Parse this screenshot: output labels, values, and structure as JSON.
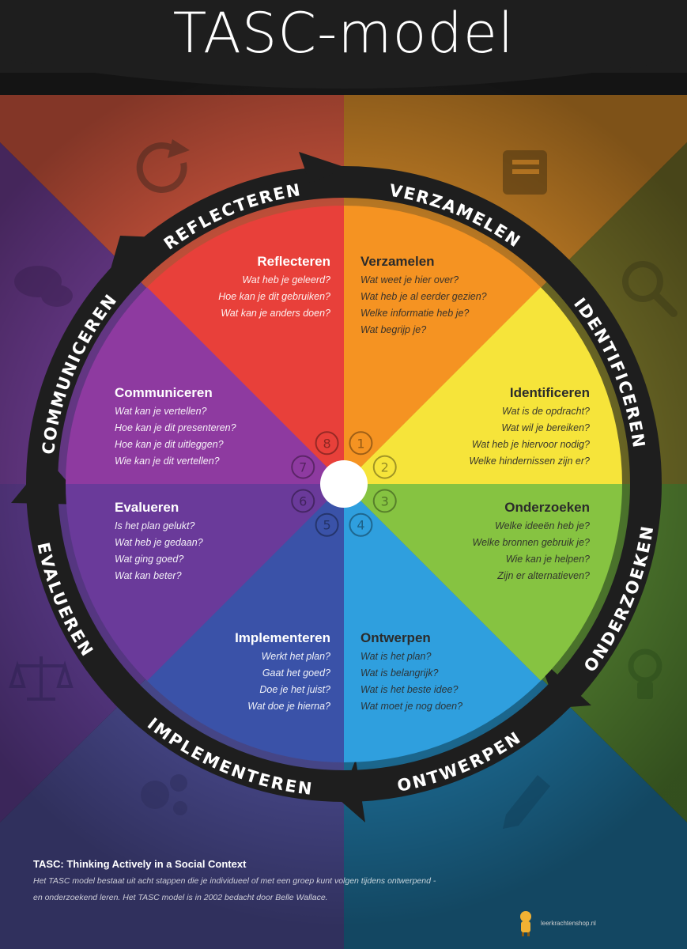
{
  "title": "TASC-model",
  "ring_labels": {
    "reflecteren": "REFLECTEREN",
    "verzamelen": "VERZAMELEN",
    "identificeren": "IDENTIFICEREN",
    "onderzoeken": "ONDERZOEKEN",
    "ontwerpen": "ONTWERPEN",
    "implementeren": "IMPLEMENTEREN",
    "evalueren": "EVALUEREN",
    "communiceren": "COMMUNICEREN"
  },
  "segments": {
    "reflecteren": {
      "title": "Reflecteren",
      "q": [
        "Wat heb je geleerd?",
        "Hoe kan je dit gebruiken?",
        "Wat kan je anders doen?"
      ]
    },
    "verzamelen": {
      "title": "Verzamelen",
      "q": [
        "Wat weet je hier over?",
        "Wat heb je al eerder gezien?",
        "Welke informatie heb je?",
        "Wat begrijp je?"
      ]
    },
    "identificeren": {
      "title": "Identificeren",
      "q": [
        "Wat is de opdracht?",
        "Wat wil je bereiken?",
        "Wat heb je hiervoor nodig?",
        "Welke hindernissen zijn er?"
      ]
    },
    "onderzoeken": {
      "title": "Onderzoeken",
      "q": [
        "Welke ideeën heb je?",
        "Welke bronnen gebruik je?",
        "Wie kan je helpen?",
        "Zijn er alternatieven?"
      ]
    },
    "ontwerpen": {
      "title": "Ontwerpen",
      "q": [
        "Wat is het plan?",
        "Wat is belangrijk?",
        "Wat is het beste idee?",
        "Wat moet je nog doen?"
      ]
    },
    "implementeren": {
      "title": "Implementeren",
      "q": [
        "Werkt het plan?",
        "Gaat het goed?",
        "Doe je het juist?",
        "Wat doe je hierna?"
      ]
    },
    "evalueren": {
      "title": "Evalueren",
      "q": [
        "Is het plan gelukt?",
        "Wat heb je gedaan?",
        "Wat ging goed?",
        "Wat kan beter?"
      ]
    },
    "communiceren": {
      "title": "Communiceren",
      "q": [
        "Wat kan je vertellen?",
        "Hoe kan je dit presenteren?",
        "Hoe kan je dit uitleggen?",
        "Wie kan je dit vertellen?"
      ]
    }
  },
  "step_numbers": [
    "1",
    "2",
    "3",
    "4",
    "5",
    "6",
    "7",
    "8"
  ],
  "footer": {
    "heading": "TASC: Thinking Actively in a Social Context",
    "text": "Het TASC model bestaat uit acht stappen die je individueel of met een groep kunt volgen tijdens ontwerpend - en onderzoekend leren. Het TASC model is in 2002 bedacht door Belle Wallace."
  },
  "logo_text": "leerkrachtenshop.nl",
  "icons": [
    "refresh-icon",
    "book-icon",
    "search-icon",
    "lightbulb-icon",
    "pencil-icon",
    "gears-icon",
    "scales-icon",
    "chat-bubbles-icon"
  ],
  "colors": {
    "reflecteren": "#e8403a",
    "verzamelen": "#f59322",
    "identificeren": "#f6e43a",
    "onderzoeken": "#86c341",
    "ontwerpen": "#2f9fde",
    "implementeren": "#3a52a8",
    "evalueren": "#6a3a9a",
    "communiceren": "#8e3aa0",
    "ring": "#1e1e1e"
  }
}
